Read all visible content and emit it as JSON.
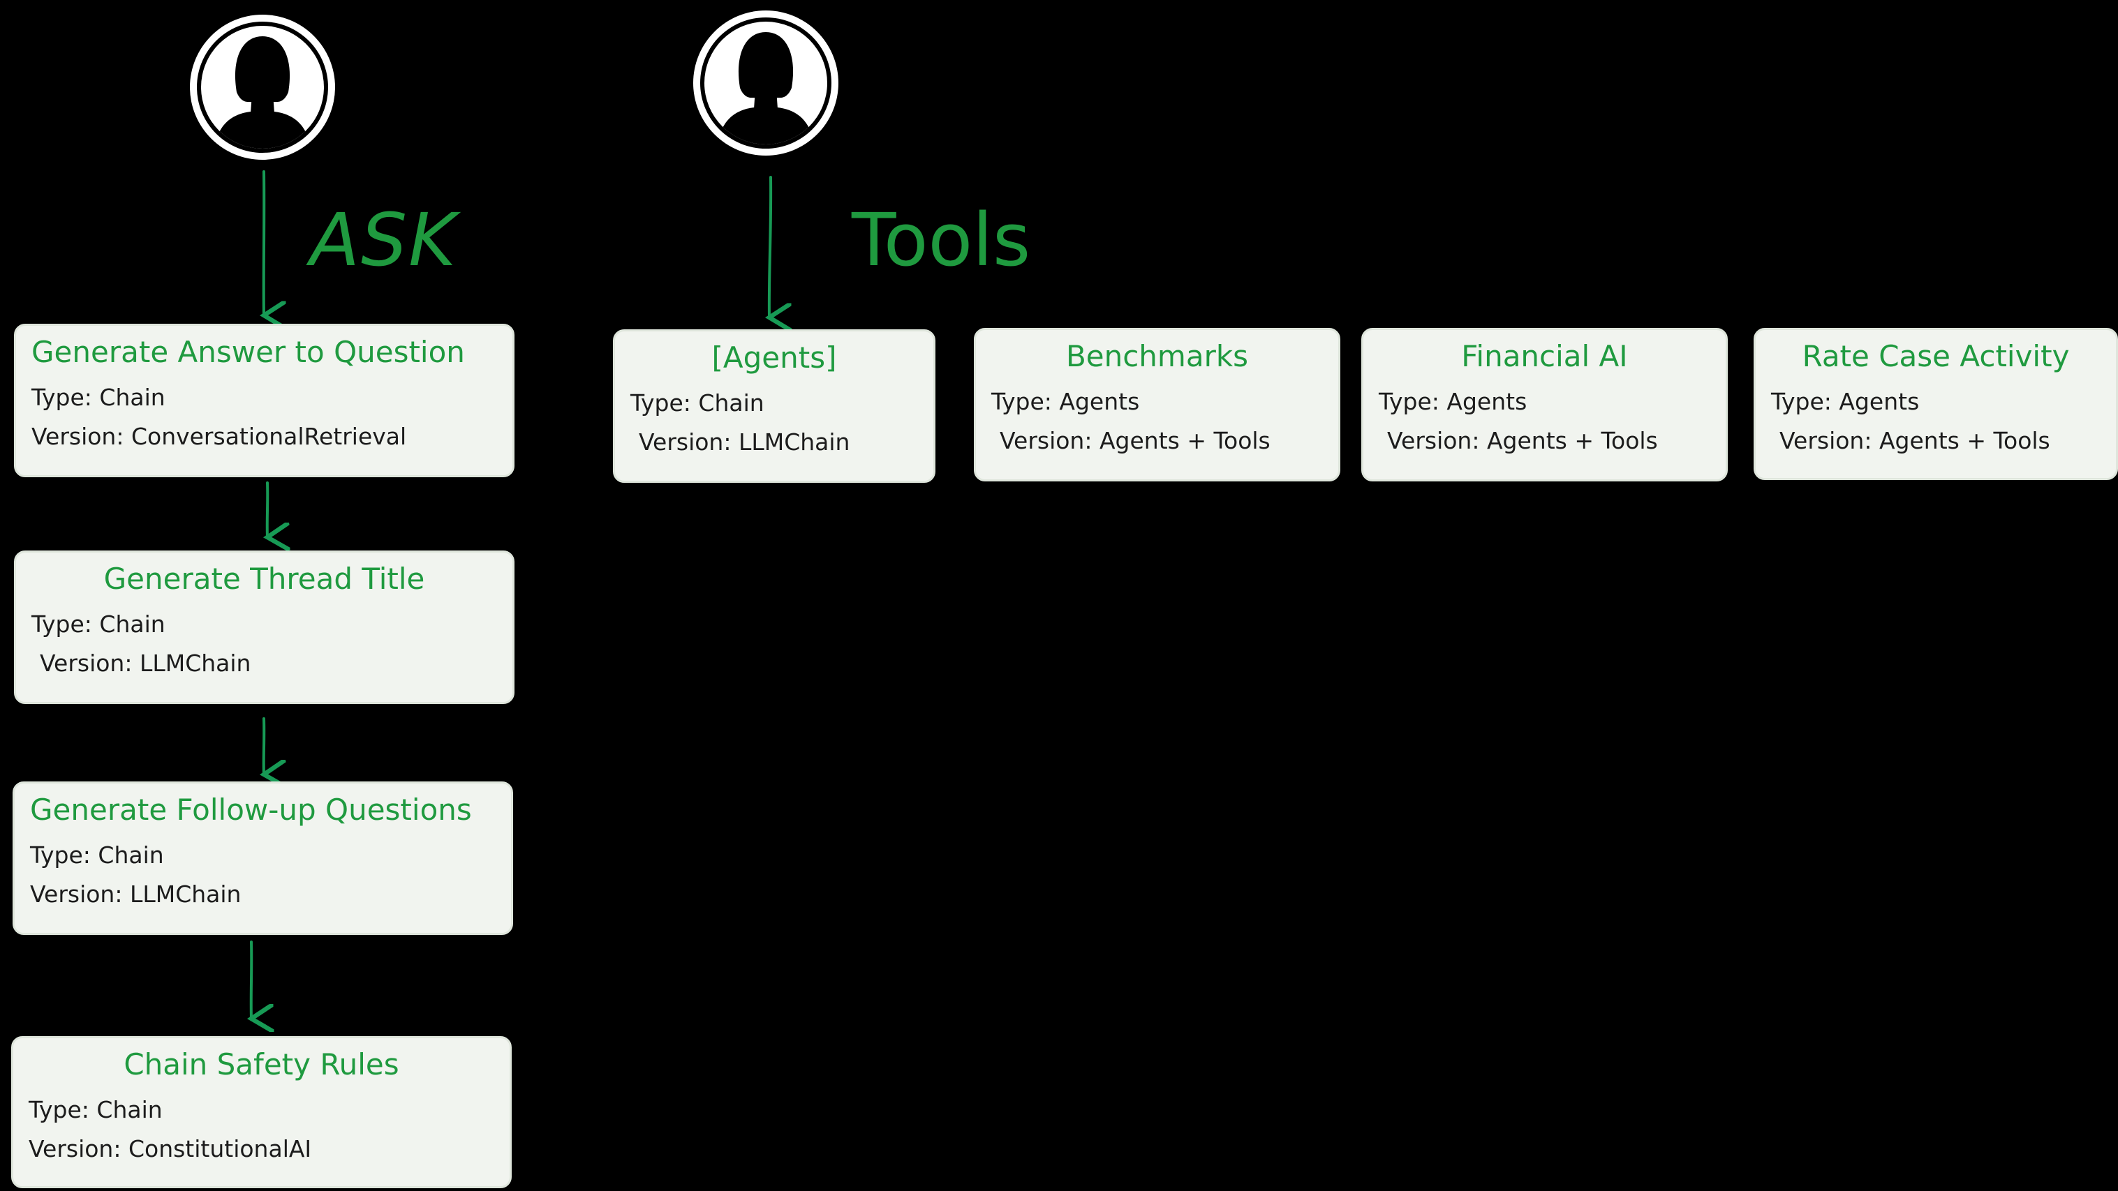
{
  "sections": {
    "ask": {
      "label": "ASK"
    },
    "tools": {
      "label": "Tools"
    }
  },
  "colors": {
    "accent_green": "#1f9a3f",
    "arrow_green": "#179a55",
    "card_background": "#f1f4ef",
    "background": "#000000"
  },
  "icons": {
    "user": "user-avatar-icon"
  },
  "ask_cards": [
    {
      "title": "Generate Answer to Question",
      "type": "Type: Chain",
      "version": "Version: ConversationalRetrieval"
    },
    {
      "title": "Generate Thread Title",
      "type": "Type: Chain",
      "version": "Version: LLMChain"
    },
    {
      "title": "Generate Follow-up Questions",
      "type": "Type: Chain",
      "version": "Version: LLMChain"
    },
    {
      "title": "Chain Safety Rules",
      "type": "Type: Chain",
      "version": "Version: ConstitutionalAI"
    }
  ],
  "tool_cards": [
    {
      "title": "[Agents]",
      "type": "Type: Chain",
      "version": "Version: LLMChain"
    },
    {
      "title": "Benchmarks",
      "type": "Type: Agents",
      "version": "Version: Agents + Tools"
    },
    {
      "title": "Financial AI",
      "type": "Type: Agents",
      "version": "Version: Agents + Tools"
    },
    {
      "title": "Rate Case Activity",
      "type": "Type: Agents",
      "version": "Version: Agents + Tools"
    }
  ]
}
